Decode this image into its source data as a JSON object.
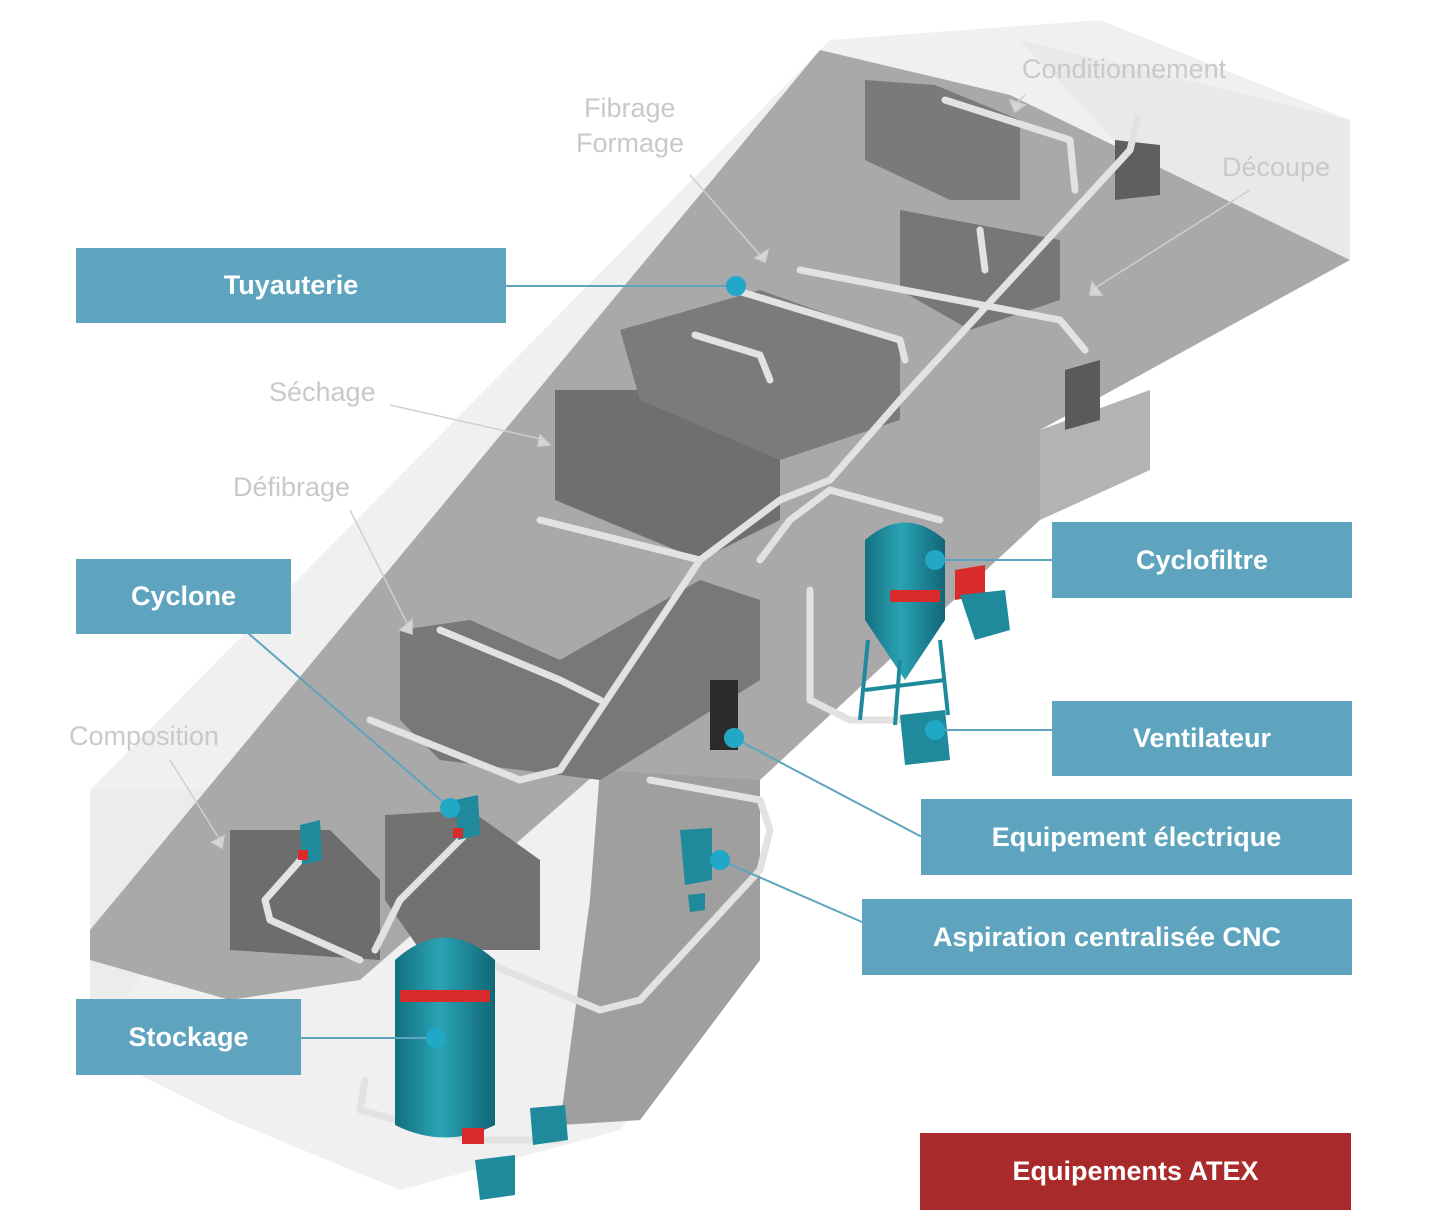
{
  "zones": {
    "conditionnement": "Conditionnement",
    "fibrage_line1": "Fibrage",
    "fibrage_line2": "Formage",
    "decoupe": "Découpe",
    "sechage": "Séchage",
    "defibrage": "Défibrage",
    "composition": "Composition"
  },
  "callouts": {
    "tuyauterie": "Tuyauterie",
    "cyclone": "Cyclone",
    "stockage": "Stockage",
    "cyclofiltre": "Cyclofiltre",
    "ventilateur": "Ventilateur",
    "equipement_electrique": "Equipement électrique",
    "aspiration": "Aspiration centralisée CNC",
    "atex": "Equipements ATEX"
  },
  "colors": {
    "callout": "#5fa4bf",
    "atex": "#a82a2a",
    "floor": "#a9a9a9",
    "equipment": "#1f8a9c",
    "atex_part": "#d92b2b"
  }
}
